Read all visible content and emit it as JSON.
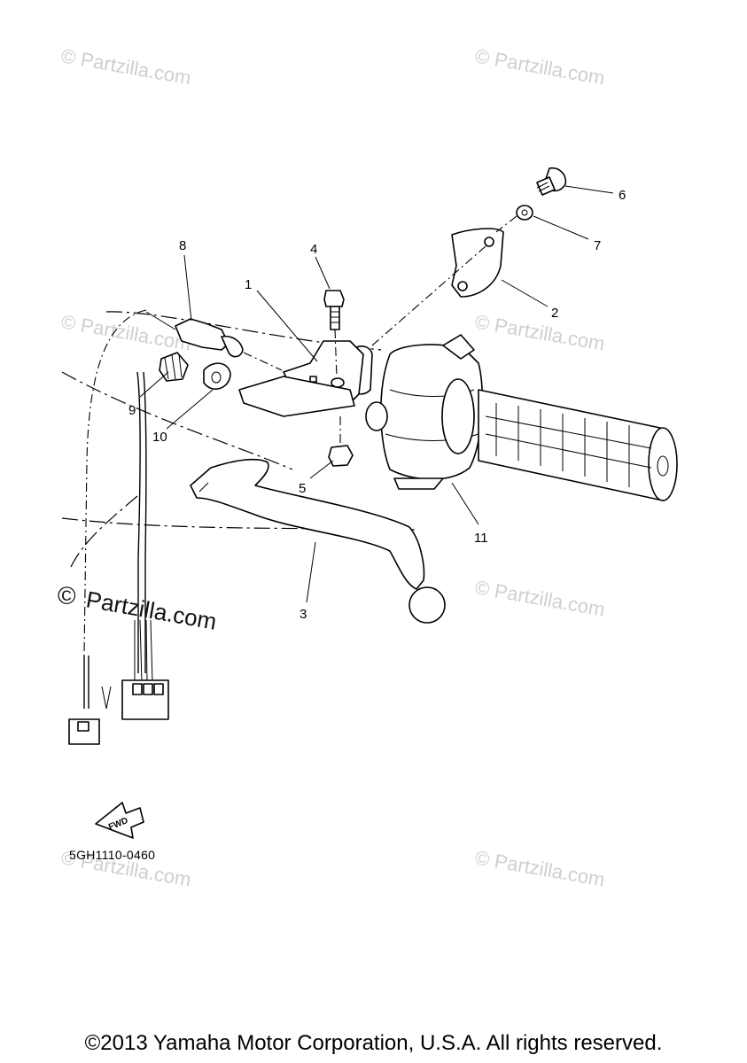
{
  "watermarks": {
    "small": "© Partzilla.com",
    "large_symbol": "©",
    "large_text": "Partzilla.com"
  },
  "callouts": {
    "p1": "1",
    "p2": "2",
    "p3": "3",
    "p4": "4",
    "p5": "5",
    "p6": "6",
    "p7": "7",
    "p8": "8",
    "p9": "9",
    "p10": "10",
    "p11": "11"
  },
  "fwd_label": "FWD",
  "diagram_code": "5GH1110-0460",
  "copyright": "©2013 Yamaha Motor Corporation, U.S.A. All rights reserved."
}
